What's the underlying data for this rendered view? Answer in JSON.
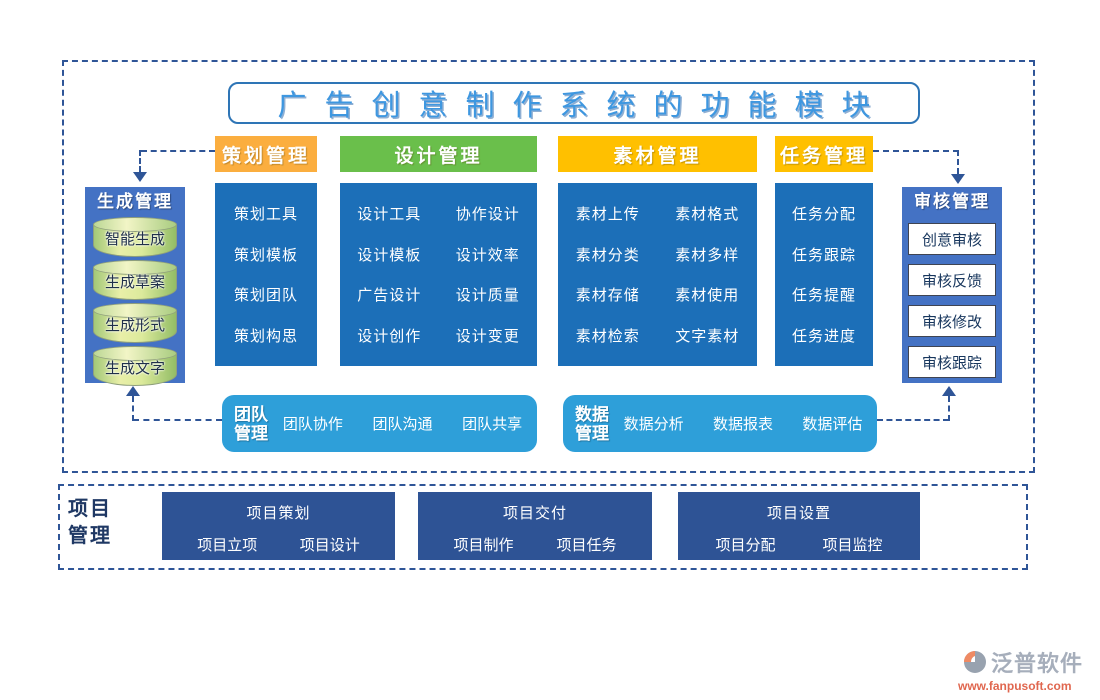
{
  "title": {
    "text": "广告创意制作系统的功能模块"
  },
  "headers": {
    "planning": "策划管理",
    "design": "设计管理",
    "material": "素材管理",
    "task": "任务管理"
  },
  "columns": {
    "planning": {
      "items": [
        "策划工具",
        "策划模板",
        "策划团队",
        "策划构思"
      ]
    },
    "design": {
      "items": [
        "设计工具",
        "协作设计",
        "设计模板",
        "设计效率",
        "广告设计",
        "设计质量",
        "设计创作",
        "设计变更"
      ]
    },
    "material": {
      "items": [
        "素材上传",
        "素材格式",
        "素材分类",
        "素材多样",
        "素材存储",
        "素材使用",
        "素材检索",
        "文字素材"
      ]
    },
    "task": {
      "items": [
        "任务分配",
        "任务跟踪",
        "任务提醒",
        "任务进度"
      ]
    }
  },
  "generation": {
    "title": "生成管理",
    "items": [
      "智能生成",
      "生成草案",
      "生成形式",
      "生成文字"
    ]
  },
  "review": {
    "title": "审核管理",
    "items": [
      "创意审核",
      "审核反馈",
      "审核修改",
      "审核跟踪"
    ]
  },
  "team": {
    "title_line1": "团队",
    "title_line2": "管理",
    "items": [
      "团队协作",
      "团队沟通",
      "团队共享"
    ]
  },
  "data_mgmt": {
    "title_line1": "数据",
    "title_line2": "管理",
    "items": [
      "数据分析",
      "数据报表",
      "数据评估"
    ]
  },
  "project": {
    "label_line1": "项目",
    "label_line2": "管理",
    "groups": [
      {
        "title": "项目策划",
        "items": [
          "项目立项",
          "项目设计"
        ]
      },
      {
        "title": "项目交付",
        "items": [
          "项目制作",
          "项目任务"
        ]
      },
      {
        "title": "项目设置",
        "items": [
          "项目分配",
          "项目监控"
        ]
      }
    ]
  },
  "watermark": {
    "brand": "泛普软件",
    "url": "www.fanpusoft.com"
  },
  "colors": {
    "dashed_border": "#2F5597",
    "title_text": "#3E97E0",
    "title_border": "#2E75B6",
    "header_planning_bg": "#FBAE3F",
    "header_design_bg": "#6ABF4B",
    "header_material_bg": "#FFC000",
    "header_task_bg": "#FFC000",
    "column_bg": "#1C6FB8",
    "sidebar_bg": "#4472C4",
    "rounded_row_bg": "#2E9FD9",
    "project_box_bg": "#2E5395",
    "cylinder_green": "#9CC56E",
    "watermark_brand": "#A6AEBB",
    "watermark_url": "#E0674F"
  }
}
